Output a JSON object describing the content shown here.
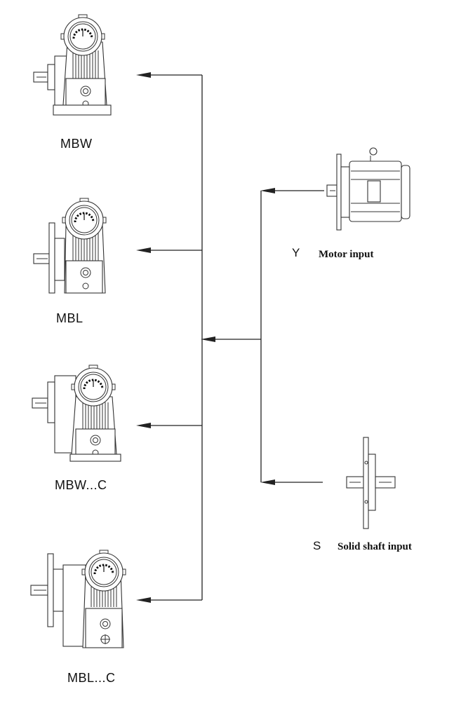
{
  "outputs": [
    {
      "label": "MBW",
      "icon": "mbw-reducer-icon"
    },
    {
      "label": "MBL",
      "icon": "mbl-reducer-icon"
    },
    {
      "label": "MBW...C",
      "icon": "mbw-c-reducer-icon"
    },
    {
      "label": "MBL...C",
      "icon": "mbl-c-reducer-icon"
    }
  ],
  "inputs": [
    {
      "code": "Y",
      "label": "Motor input",
      "icon": "motor-icon"
    },
    {
      "code": "S",
      "label": "Solid shaft input",
      "icon": "solid-shaft-icon"
    }
  ]
}
